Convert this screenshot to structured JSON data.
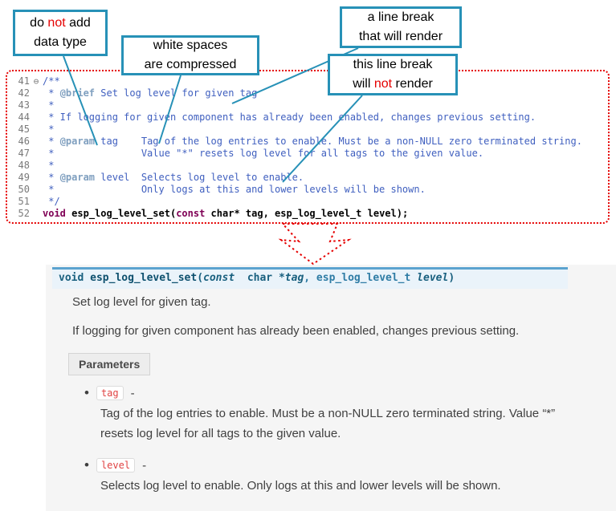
{
  "callouts": {
    "c1": {
      "a": "do ",
      "b": "not",
      "c": " add",
      "l2": "data type"
    },
    "c2": {
      "l1": "white spaces",
      "l2": "are compressed"
    },
    "c3": {
      "l1": "a line break",
      "l2": "that will render"
    },
    "c4": {
      "l1": "this line break",
      "a": "will ",
      "b": "not",
      "c": " render"
    }
  },
  "code": {
    "lines": [
      {
        "num": "41",
        "fold": "⊖",
        "segs": [
          {
            "t": "/**",
            "c": "cm"
          }
        ]
      },
      {
        "num": "42",
        "fold": "",
        "segs": [
          {
            "t": " * ",
            "c": "cm"
          },
          {
            "t": "@brief",
            "c": "tag"
          },
          {
            "t": " Set log level for given tag",
            "c": "cm"
          }
        ]
      },
      {
        "num": "43",
        "fold": "",
        "segs": [
          {
            "t": " *",
            "c": "cm"
          }
        ]
      },
      {
        "num": "44",
        "fold": "",
        "segs": [
          {
            "t": " * If logging for given component has already been enabled, changes previous setting.",
            "c": "cm"
          }
        ]
      },
      {
        "num": "45",
        "fold": "",
        "segs": [
          {
            "t": " *",
            "c": "cm"
          }
        ]
      },
      {
        "num": "46",
        "fold": "",
        "segs": [
          {
            "t": " * ",
            "c": "cm"
          },
          {
            "t": "@param",
            "c": "tag"
          },
          {
            "t": " tag    Tag of the log entries to enable. Must be a non-NULL zero terminated string.",
            "c": "cm"
          }
        ]
      },
      {
        "num": "47",
        "fold": "",
        "segs": [
          {
            "t": " *               Value \"*\" resets log level for all tags to the given value.",
            "c": "cm"
          }
        ]
      },
      {
        "num": "48",
        "fold": "",
        "segs": [
          {
            "t": " *",
            "c": "cm"
          }
        ]
      },
      {
        "num": "49",
        "fold": "",
        "segs": [
          {
            "t": " * ",
            "c": "cm"
          },
          {
            "t": "@param",
            "c": "tag"
          },
          {
            "t": " level  Selects log level to enable.",
            "c": "cm"
          }
        ]
      },
      {
        "num": "50",
        "fold": "",
        "segs": [
          {
            "t": " *               Only logs at this and lower levels will be shown.",
            "c": "cm"
          }
        ]
      },
      {
        "num": "51",
        "fold": "",
        "segs": [
          {
            "t": " */",
            "c": "cm"
          }
        ]
      },
      {
        "num": "52",
        "fold": "",
        "segs": [
          {
            "t": "void",
            "c": "kw"
          },
          {
            "t": " ",
            "c": "pl"
          },
          {
            "t": "esp_log_level_set",
            "c": "fn"
          },
          {
            "t": "(",
            "c": "pl"
          },
          {
            "t": "const",
            "c": "kw"
          },
          {
            "t": " char* tag, esp_log_level_t level);",
            "c": "pl"
          }
        ]
      }
    ]
  },
  "doc": {
    "bullet": "•",
    "signature": {
      "ret": "void ",
      "name": "esp_log_level_set",
      "open": "(",
      "const_kw": "const ",
      "char_part": " char *",
      "arg1": "tag",
      "mid": ", esp_log_level_t ",
      "arg2": "level",
      "close": ")"
    },
    "p1": "Set log level for given tag.",
    "p2": "If logging for given component has already been enabled, changes previous setting.",
    "params_label": "Parameters",
    "params": [
      {
        "name": "tag",
        "dash": "-",
        "desc": "Tag of the log entries to enable. Must be a non-NULL zero terminated string. Value “*” resets log level for all tags to the given value."
      },
      {
        "name": "level",
        "dash": "-",
        "desc": "Selects log level to enable. Only logs at this and lower levels will be shown."
      }
    ]
  }
}
